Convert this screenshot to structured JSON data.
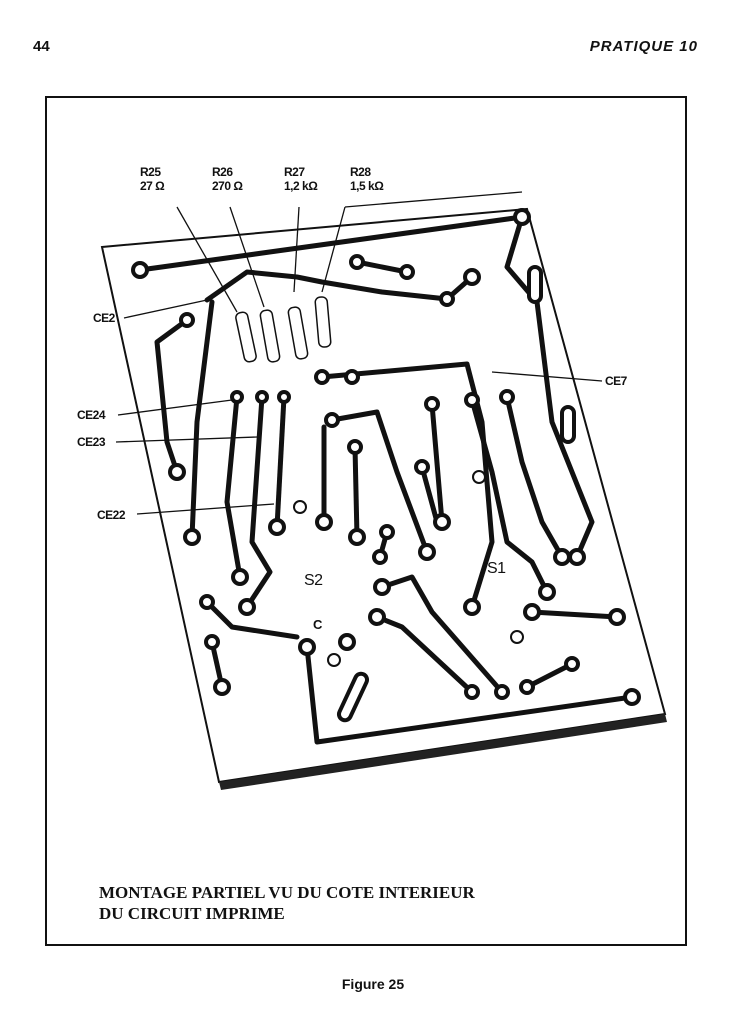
{
  "header": {
    "page_number": "44",
    "section_title": "PRATIQUE 10"
  },
  "diagram": {
    "resistors": [
      {
        "ref": "R25",
        "value": "27 Ω"
      },
      {
        "ref": "R26",
        "value": "270 Ω"
      },
      {
        "ref": "R27",
        "value": "1,2 kΩ"
      },
      {
        "ref": "R28",
        "value": "1,5 kΩ"
      }
    ],
    "connections": [
      "CE2",
      "CE24",
      "CE23",
      "CE22",
      "CE7"
    ],
    "board_labels": [
      "S2",
      "S1",
      "C"
    ],
    "caption_line1": "MONTAGE PARTIEL VU DU COTE INTERIEUR",
    "caption_line2": "DU CIRCUIT IMPRIME"
  },
  "figure_label": "Figure 25"
}
